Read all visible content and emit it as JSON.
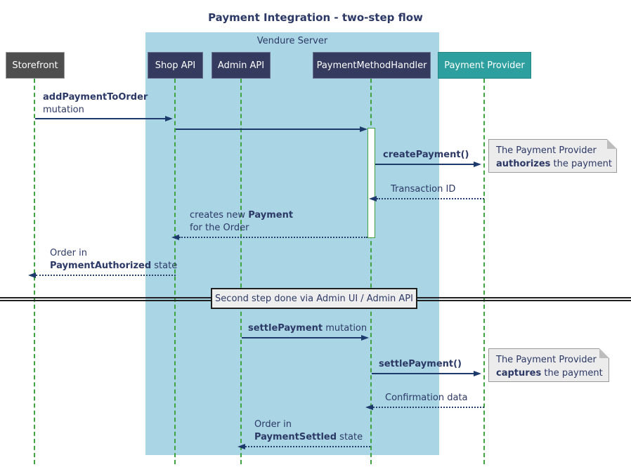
{
  "title": "Payment Integration - two-step flow",
  "server": {
    "label": "Vendure Server"
  },
  "participants": {
    "storefront": "Storefront",
    "shop_api": "Shop API",
    "admin_api": "Admin API",
    "payment_method_handler": "PaymentMethodHandler",
    "payment_provider": "Payment Provider"
  },
  "messages": {
    "add_payment": {
      "name": "addPaymentToOrder",
      "suffix": "mutation"
    },
    "create_payment": {
      "name": "createPayment()"
    },
    "transaction_id": {
      "text": "Transaction ID"
    },
    "creates_payment": {
      "pre": "creates new ",
      "name": "Payment",
      "line2": "for the Order"
    },
    "order_authorized": {
      "line1": "Order in",
      "name": "PaymentAuthorized",
      "suffix": " state"
    },
    "settle_payment_mutation": {
      "name": "settlePayment",
      "suffix": " mutation"
    },
    "settle_payment_call": {
      "name": "settlePayment()"
    },
    "confirmation": {
      "text": "Confirmation data"
    },
    "order_settled": {
      "line1": "Order in",
      "name": "PaymentSettled",
      "suffix": " state"
    }
  },
  "divider": {
    "label": "Second step done via Admin UI / Admin API"
  },
  "notes": {
    "authorize": {
      "line1": "The Payment Provider",
      "emphasis": "authorizes",
      "rest": " the payment"
    },
    "capture": {
      "line1": "The Payment Provider",
      "emphasis": "captures",
      "rest": " the payment"
    }
  },
  "colors": {
    "server_fill": "#a9d5e5",
    "participant_fill": "#353b5e",
    "provider_fill": "#2e9f9f",
    "storefront_fill": "#4e4e4e",
    "lifeline_green": "#3fa43f",
    "arrow_navy": "#1e3a6d",
    "text_navy": "#2c3966",
    "note_fill": "#ececec"
  }
}
